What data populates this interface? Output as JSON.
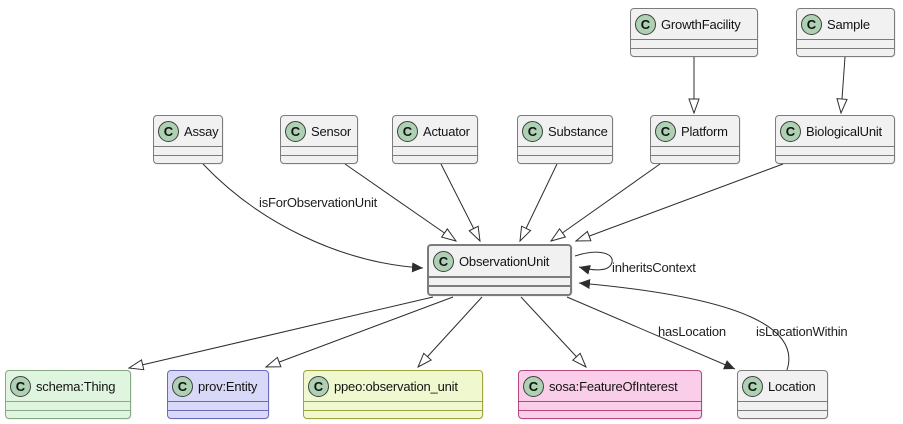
{
  "diagram": {
    "type": "uml-class-diagram",
    "icon_letter": "C",
    "colors": {
      "background": "#FFFFFF",
      "class_fill_default": "#F1F1F1",
      "class_border_default": "#7C7C7C",
      "icon_fill": "#ADD1B2",
      "edge_color": "#2E2E2E",
      "schema_thing_fill": "#DFF5DF",
      "prov_entity_fill": "#D8D8F8",
      "ppeo_fill": "#EFF8CE",
      "sosa_fill": "#FACDE9"
    },
    "classes": {
      "growthFacility": {
        "name": "GrowthFacility"
      },
      "sample": {
        "name": "Sample"
      },
      "assay": {
        "name": "Assay"
      },
      "sensor": {
        "name": "Sensor"
      },
      "actuator": {
        "name": "Actuator"
      },
      "substance": {
        "name": "Substance"
      },
      "platform": {
        "name": "Platform"
      },
      "biologicalUnit": {
        "name": "BiologicalUnit"
      },
      "observationUnit": {
        "name": "ObservationUnit"
      },
      "schemaThing": {
        "name": "schema:Thing",
        "fill": "#DFF5DF",
        "border": "#84A984"
      },
      "provEntity": {
        "name": "prov:Entity",
        "fill": "#D8D8F8",
        "border": "#6A6AB8"
      },
      "ppeoObservationUnit": {
        "name": "ppeo:observation_unit",
        "fill": "#EFF8CE",
        "border": "#9FA53C"
      },
      "sosaFeatureOfInterest": {
        "name": "sosa:FeatureOfInterest",
        "fill": "#FACDE9",
        "border": "#B5487F"
      },
      "location": {
        "name": "Location"
      }
    },
    "edges": [
      {
        "from": "GrowthFacility",
        "to": "Platform",
        "arrow": "hollow-triangle",
        "label": ""
      },
      {
        "from": "Sample",
        "to": "BiologicalUnit",
        "arrow": "hollow-triangle",
        "label": ""
      },
      {
        "from": "Assay",
        "to": "ObservationUnit",
        "arrow": "filled",
        "label": "isForObservationUnit"
      },
      {
        "from": "Sensor",
        "to": "ObservationUnit",
        "arrow": "hollow-triangle",
        "label": ""
      },
      {
        "from": "Actuator",
        "to": "ObservationUnit",
        "arrow": "hollow-triangle",
        "label": ""
      },
      {
        "from": "Substance",
        "to": "ObservationUnit",
        "arrow": "hollow-triangle",
        "label": ""
      },
      {
        "from": "Platform",
        "to": "ObservationUnit",
        "arrow": "hollow-triangle",
        "label": ""
      },
      {
        "from": "BiologicalUnit",
        "to": "ObservationUnit",
        "arrow": "hollow-triangle",
        "label": ""
      },
      {
        "from": "ObservationUnit",
        "to": "ObservationUnit",
        "arrow": "filled",
        "label": "inheritsContext"
      },
      {
        "from": "ObservationUnit",
        "to": "schema:Thing",
        "arrow": "hollow-triangle",
        "label": ""
      },
      {
        "from": "ObservationUnit",
        "to": "prov:Entity",
        "arrow": "hollow-triangle",
        "label": ""
      },
      {
        "from": "ObservationUnit",
        "to": "ppeo:observation_unit",
        "arrow": "hollow-triangle",
        "label": ""
      },
      {
        "from": "ObservationUnit",
        "to": "sosa:FeatureOfInterest",
        "arrow": "hollow-triangle",
        "label": ""
      },
      {
        "from": "ObservationUnit",
        "to": "Location",
        "arrow": "filled",
        "label": "hasLocation"
      },
      {
        "from": "Location",
        "to": "ObservationUnit",
        "arrow": "filled",
        "label": "isLocationWithin"
      }
    ]
  }
}
